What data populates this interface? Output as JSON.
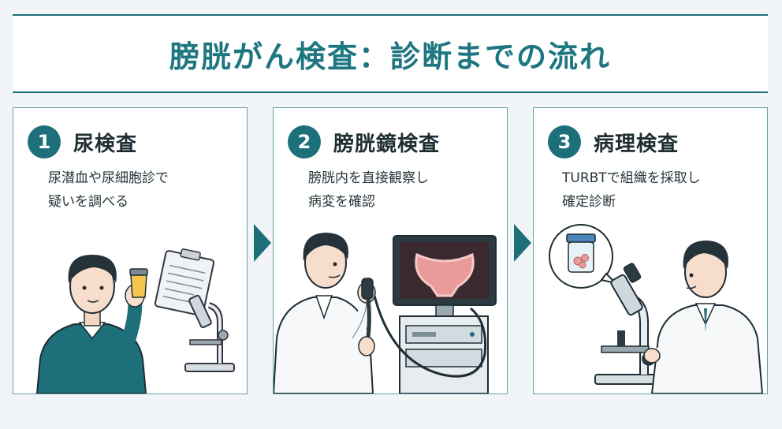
{
  "title": "膀胱がん検査：診断までの流れ",
  "steps": [
    {
      "number": "1",
      "title": "尿検査",
      "desc_lines": [
        "尿潜血や尿細胞診で",
        "疑いを調べる"
      ]
    },
    {
      "number": "2",
      "title": "膀胱鏡検査",
      "desc_lines": [
        "膀胱内を直接観察し",
        "病変を確認"
      ]
    },
    {
      "number": "3",
      "title": "病理検査",
      "desc_lines": [
        "TURBTで組織を採取し",
        "確定診断"
      ]
    }
  ],
  "colors": {
    "accent": "#1d6f7a",
    "border": "#6b9ea6",
    "background": "#f1f5f7"
  }
}
